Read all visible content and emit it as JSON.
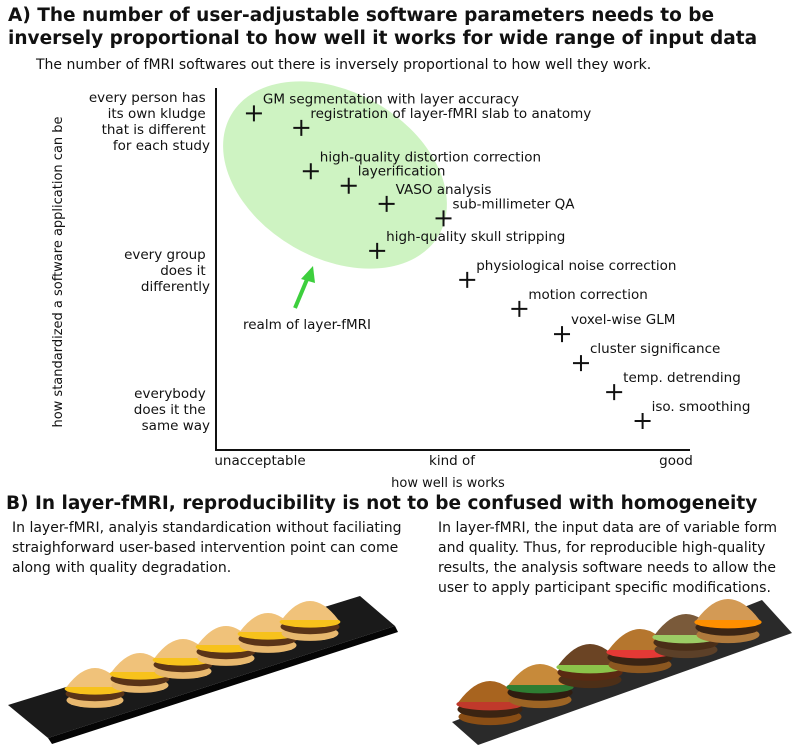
{
  "section_a": {
    "title": "A) The number of user-adjustable software parameters needs to be inversely proportional to how well it works for wide range of input data",
    "subtitle": "The number of fMRI softwares out there is inversely proportional to how well they work."
  },
  "chart_data": {
    "type": "scatter",
    "xlabel": "how well is works",
    "ylabel": "how standardized a software application can be",
    "x_tick_labels": [
      "unacceptable",
      "kind of",
      "good"
    ],
    "y_tick_labels": [
      [
        "every person has",
        "its own kludge",
        "that is different",
        "for each study"
      ],
      [
        "every group",
        "does it",
        "differently"
      ],
      [
        "everybody",
        "does it the",
        "same way"
      ]
    ],
    "xlim": [
      0,
      10
    ],
    "ylim": [
      0,
      10
    ],
    "grid": false,
    "region": {
      "label": "realm of layer-fMRI",
      "color": "#c9f2bb",
      "arrow_color": "#3dcf3d"
    },
    "points": [
      {
        "label": "GM segmentation with layer accuracy",
        "x": 0.8,
        "y": 9.3
      },
      {
        "label": "registration of layer-fMRI slab to anatomy",
        "x": 1.8,
        "y": 8.9
      },
      {
        "label": "high-quality distortion correction",
        "x": 2.0,
        "y": 7.7
      },
      {
        "label": "layerification",
        "x": 2.8,
        "y": 7.3
      },
      {
        "label": "VASO analysis",
        "x": 3.6,
        "y": 6.8
      },
      {
        "label": "sub-millimeter QA",
        "x": 4.8,
        "y": 6.4
      },
      {
        "label": "high-quality skull stripping",
        "x": 3.4,
        "y": 5.5
      },
      {
        "label": "physiological noise correction",
        "x": 5.3,
        "y": 4.7
      },
      {
        "label": "motion correction",
        "x": 6.4,
        "y": 3.9
      },
      {
        "label": "voxel-wise GLM",
        "x": 7.3,
        "y": 3.2
      },
      {
        "label": "cluster significance",
        "x": 7.7,
        "y": 2.4
      },
      {
        "label": "temp. detrending",
        "x": 8.4,
        "y": 1.6
      },
      {
        "label": "iso. smoothing",
        "x": 9.0,
        "y": 0.8
      }
    ]
  },
  "section_b": {
    "title": "B) In layer-fMRI, reproducibility is not to be confused with homogeneity",
    "left_text": "In layer-fMRI, analyis standardication without faciliating straighforward user-based intervention point can come along with quality degradation.",
    "right_text": "In layer-fMRI, the input data are of variable form and quality. Thus, for reproducible high-quality results, the analysis software needs to allow the user to apply participant specific modifications."
  }
}
